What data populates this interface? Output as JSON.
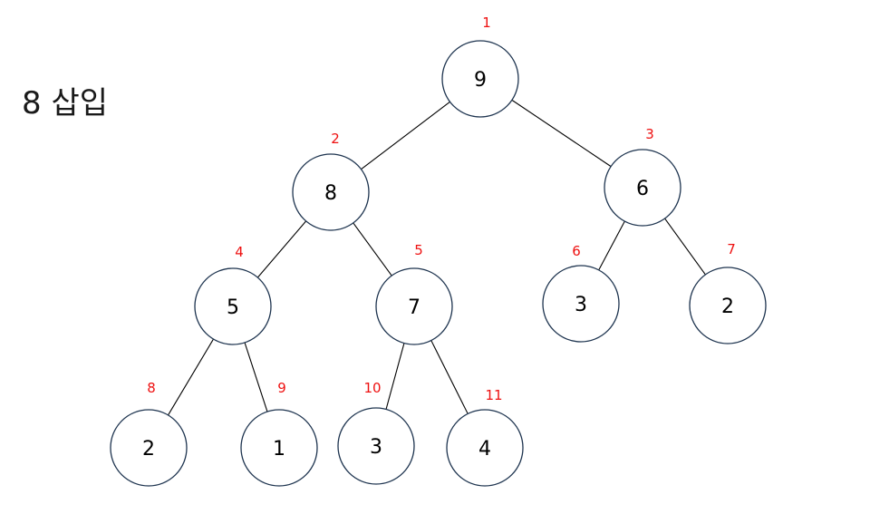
{
  "title": "8 삽입",
  "colors": {
    "index_label": "#ee1111",
    "node_stroke": "#1f3550",
    "edge": "#000000"
  },
  "tree": {
    "nodes": [
      {
        "id": "n1",
        "value": "9",
        "index": "1"
      },
      {
        "id": "n2",
        "value": "8",
        "index": "2"
      },
      {
        "id": "n3",
        "value": "6",
        "index": "3"
      },
      {
        "id": "n4",
        "value": "5",
        "index": "4"
      },
      {
        "id": "n5",
        "value": "7",
        "index": "5"
      },
      {
        "id": "n6",
        "value": "3",
        "index": "6"
      },
      {
        "id": "n7",
        "value": "2",
        "index": "7"
      },
      {
        "id": "n8",
        "value": "2",
        "index": "8"
      },
      {
        "id": "n9",
        "value": "1",
        "index": "9"
      },
      {
        "id": "n10",
        "value": "3",
        "index": "10"
      },
      {
        "id": "n11",
        "value": "4",
        "index": "11"
      }
    ],
    "edges": [
      [
        "n1",
        "n2"
      ],
      [
        "n1",
        "n3"
      ],
      [
        "n2",
        "n4"
      ],
      [
        "n2",
        "n5"
      ],
      [
        "n3",
        "n6"
      ],
      [
        "n3",
        "n7"
      ],
      [
        "n4",
        "n8"
      ],
      [
        "n4",
        "n9"
      ],
      [
        "n5",
        "n10"
      ],
      [
        "n5",
        "n11"
      ]
    ]
  }
}
